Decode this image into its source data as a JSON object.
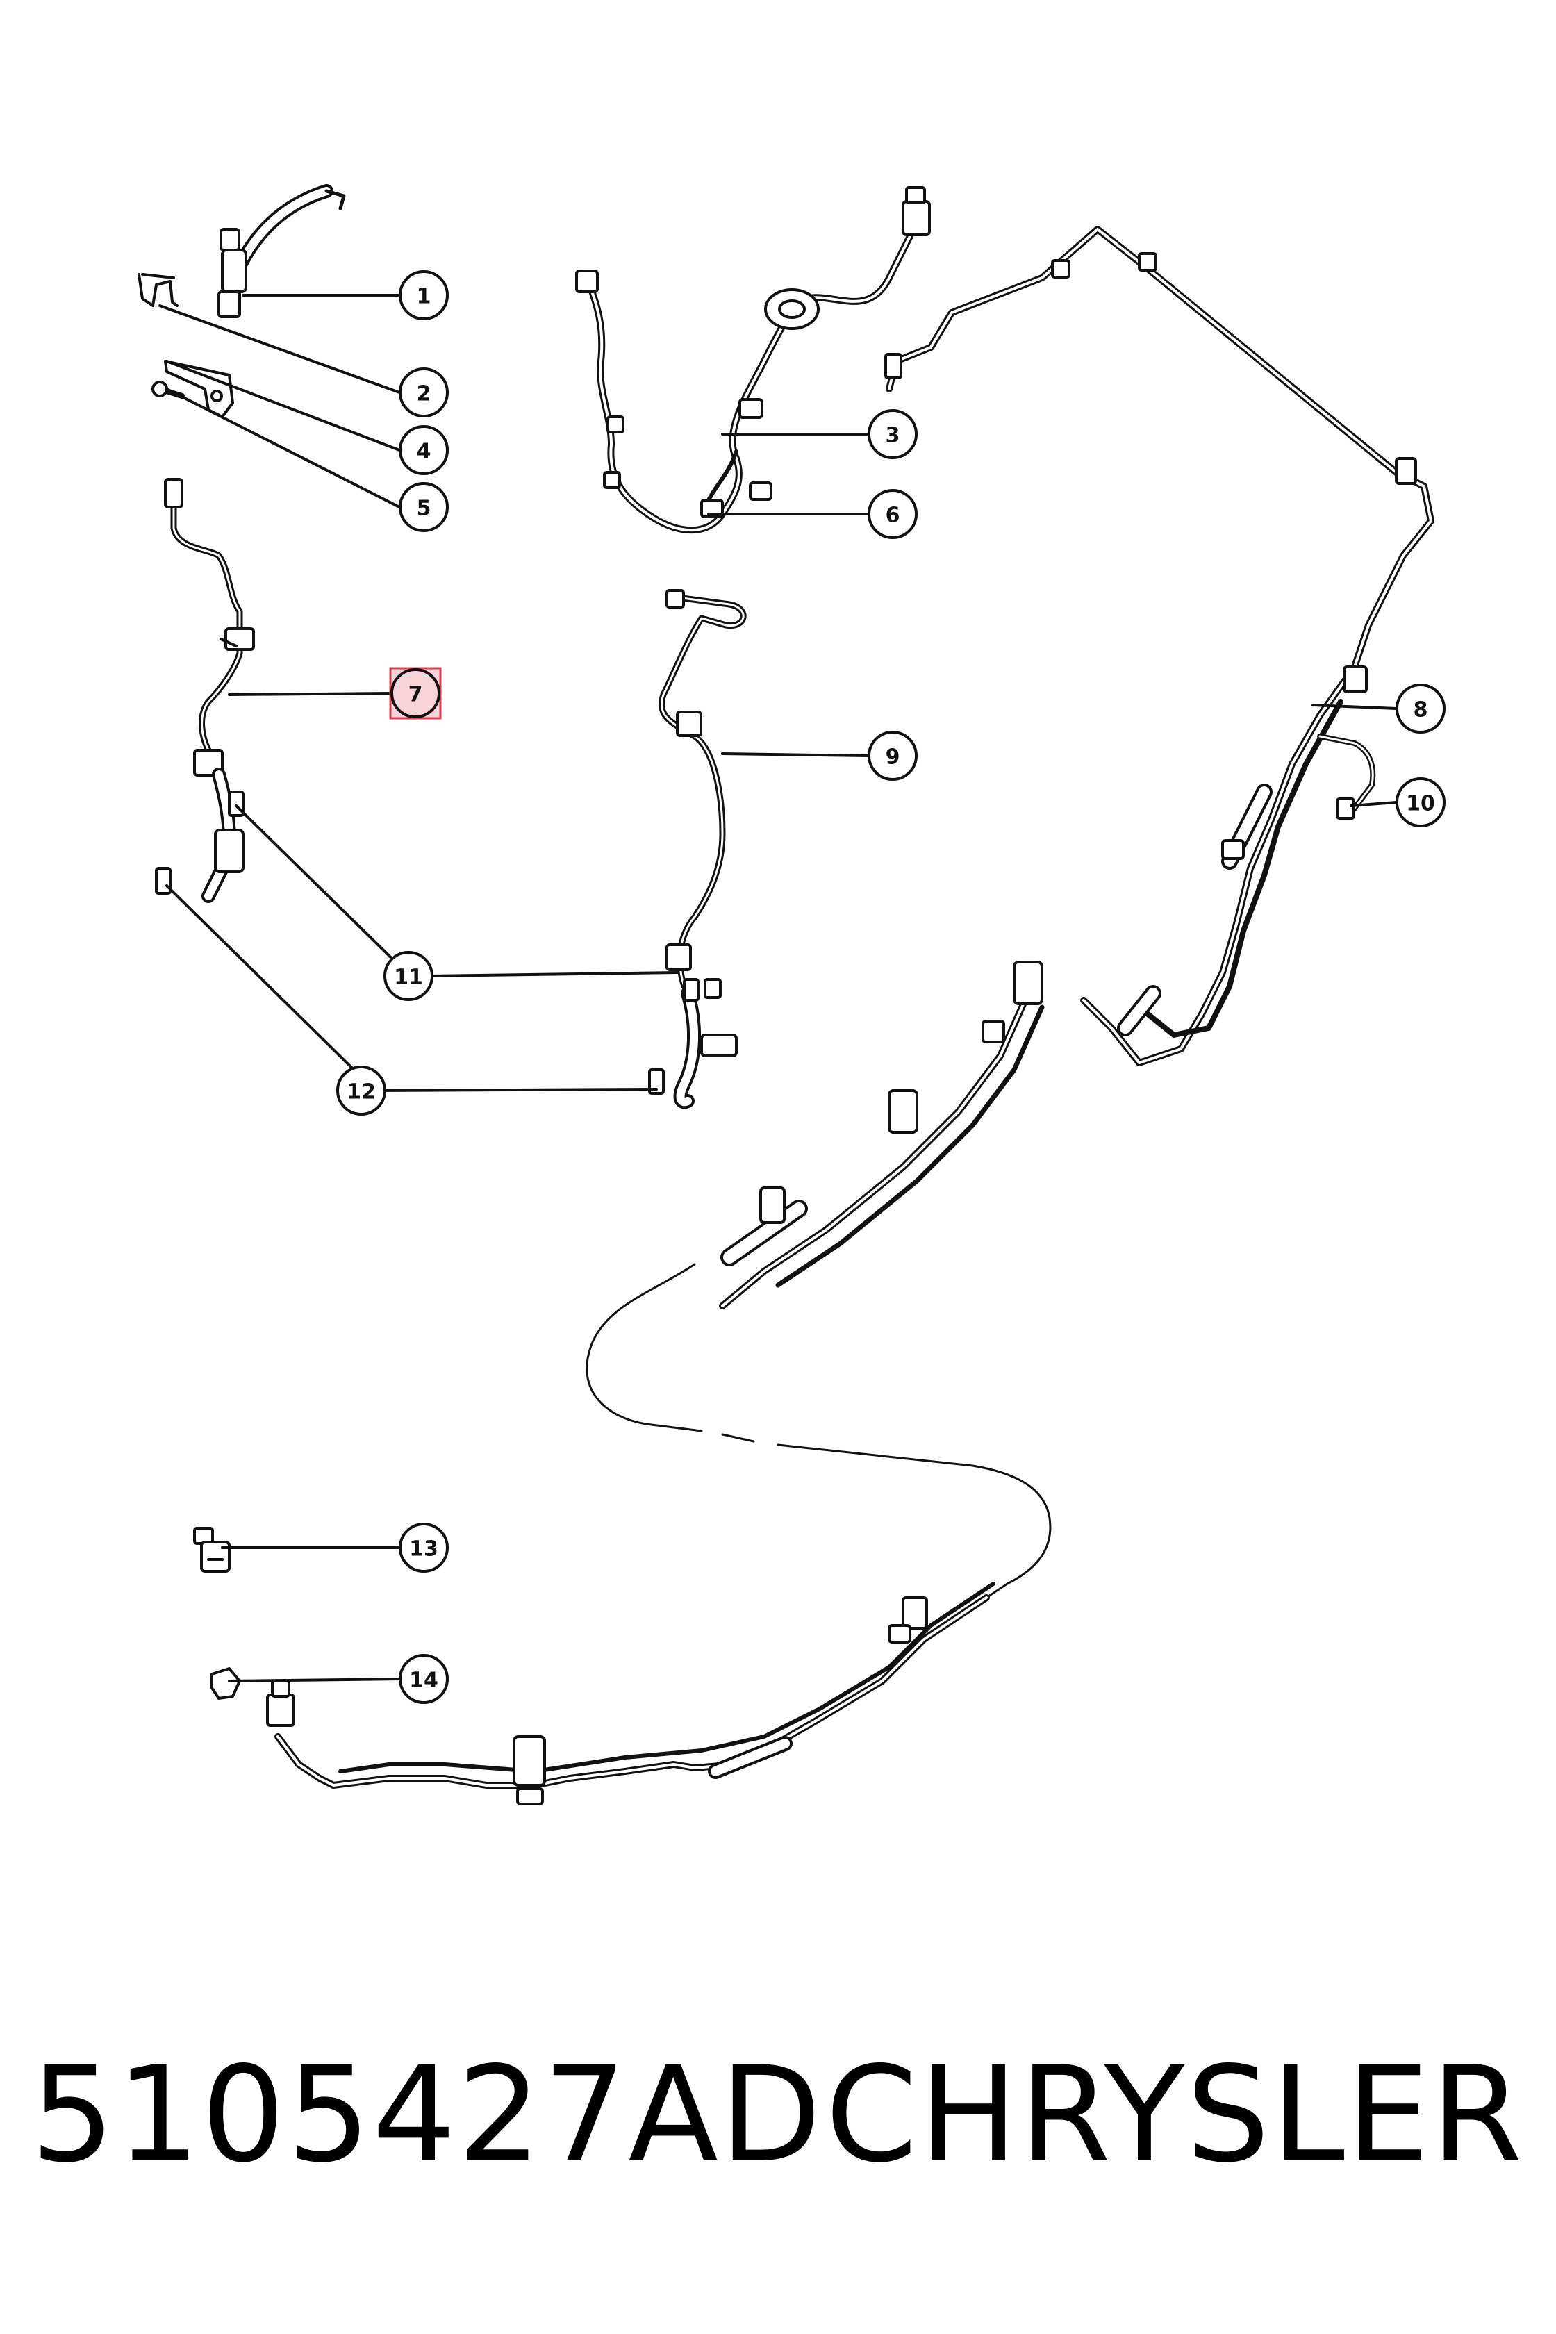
{
  "callouts": [
    {
      "id": "1",
      "label": "1"
    },
    {
      "id": "2",
      "label": "2"
    },
    {
      "id": "3",
      "label": "3"
    },
    {
      "id": "4",
      "label": "4"
    },
    {
      "id": "5",
      "label": "5"
    },
    {
      "id": "6",
      "label": "6"
    },
    {
      "id": "7",
      "label": "7",
      "highlighted": true
    },
    {
      "id": "8",
      "label": "8"
    },
    {
      "id": "9",
      "label": "9"
    },
    {
      "id": "10",
      "label": "10"
    },
    {
      "id": "11",
      "label": "11"
    },
    {
      "id": "12",
      "label": "12"
    },
    {
      "id": "13",
      "label": "13"
    },
    {
      "id": "14",
      "label": "14"
    }
  ],
  "footer": {
    "part_number": "5105427AD",
    "brand": "CHRYSLER"
  },
  "colors": {
    "line": "#111111",
    "highlight_fill": "#f7d3d8",
    "highlight_border": "#e03c4c"
  }
}
